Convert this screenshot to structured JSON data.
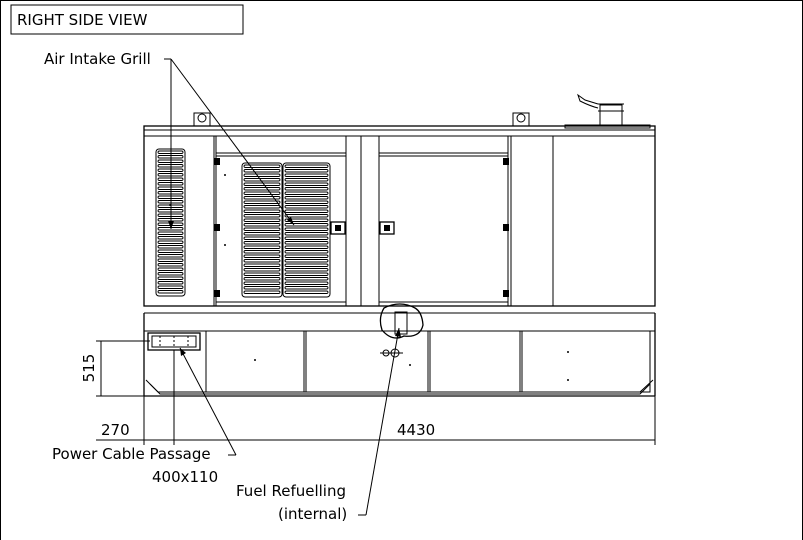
{
  "title": "RIGHT SIDE VIEW",
  "callouts": {
    "air_intake": "Air Intake Grill",
    "power_cable_line1": "Power Cable Passage",
    "power_cable_line2": "400x110",
    "fuel_line1": "Fuel Refuelling",
    "fuel_line2": "(internal)"
  },
  "dimensions": {
    "base_height": "515",
    "cable_offset": "270",
    "total_length": "4430"
  }
}
